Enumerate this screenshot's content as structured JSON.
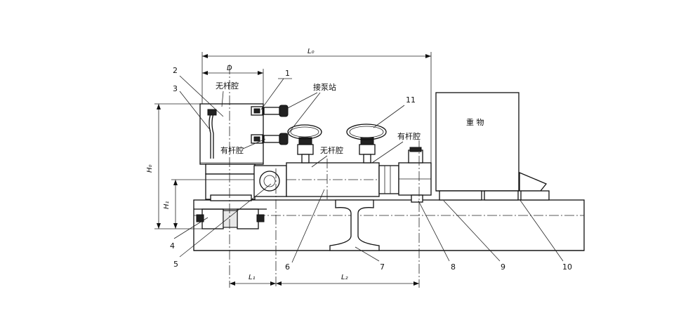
{
  "dimensions": {
    "L0": "L₀",
    "D": "D",
    "H0": "H₀",
    "H1": "H₁",
    "L1": "L₁",
    "L2": "L₂"
  },
  "labels": {
    "rodless_cavity_top": "无杆腔",
    "rod_cavity_left": "有杆腔",
    "pump_station": "接泵站",
    "rodless_cavity_mid": "无杆腔",
    "rod_cavity_right": "有杆腔",
    "heavy_object": "重  物"
  },
  "part_numbers": [
    "1",
    "2",
    "3",
    "4",
    "5",
    "6",
    "7",
    "8",
    "9",
    "10",
    "11"
  ],
  "colors": {
    "line": "#111111",
    "background": "#ffffff"
  }
}
